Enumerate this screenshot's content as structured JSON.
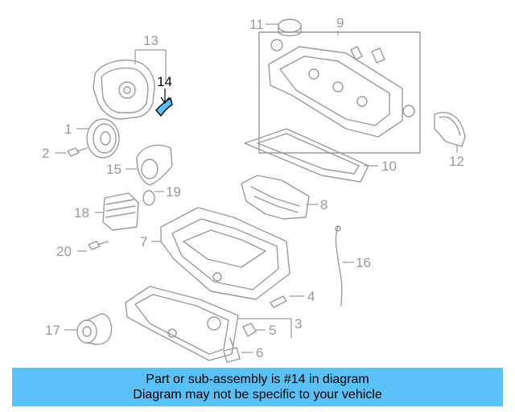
{
  "diagram": {
    "callouts": {
      "c1": "1",
      "c2": "2",
      "c3": "3",
      "c4": "4",
      "c5": "5",
      "c6": "6",
      "c7": "7",
      "c8": "8",
      "c9": "9",
      "c10": "10",
      "c11": "11",
      "c12": "12",
      "c13": "13",
      "c14": "14",
      "c15": "15",
      "c16": "16",
      "c17": "17",
      "c18": "18",
      "c19": "19",
      "c20": "20"
    },
    "highlighted_part": "14",
    "highlight_color": "#5bc0f5",
    "line_color": "#9a9a9a"
  },
  "banner": {
    "line1": "Part or sub-assembly is #14 in diagram",
    "line2": "Diagram may not be specific to your vehicle",
    "background": "#5bc0f5"
  }
}
